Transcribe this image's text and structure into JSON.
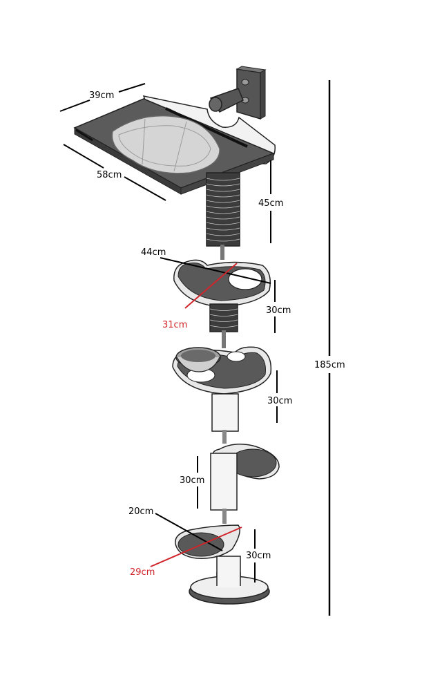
{
  "colors": {
    "dark": "#555555",
    "mid": "#8c8c8c",
    "light": "#eeeeee",
    "outline": "#222222",
    "dimension": "#000000",
    "accent": "#d1242a"
  },
  "labels": {
    "top_width": "39cm",
    "top_length": "58cm",
    "spring_height": "45cm",
    "platform_diameter": "44cm",
    "platform_depth": "31cm",
    "tier1_height": "30cm",
    "tier2_height": "30cm",
    "tier3_height": "30cm",
    "cup_depth": "20cm",
    "cup_length": "29cm",
    "base_height": "30cm",
    "total_height": "185cm"
  }
}
